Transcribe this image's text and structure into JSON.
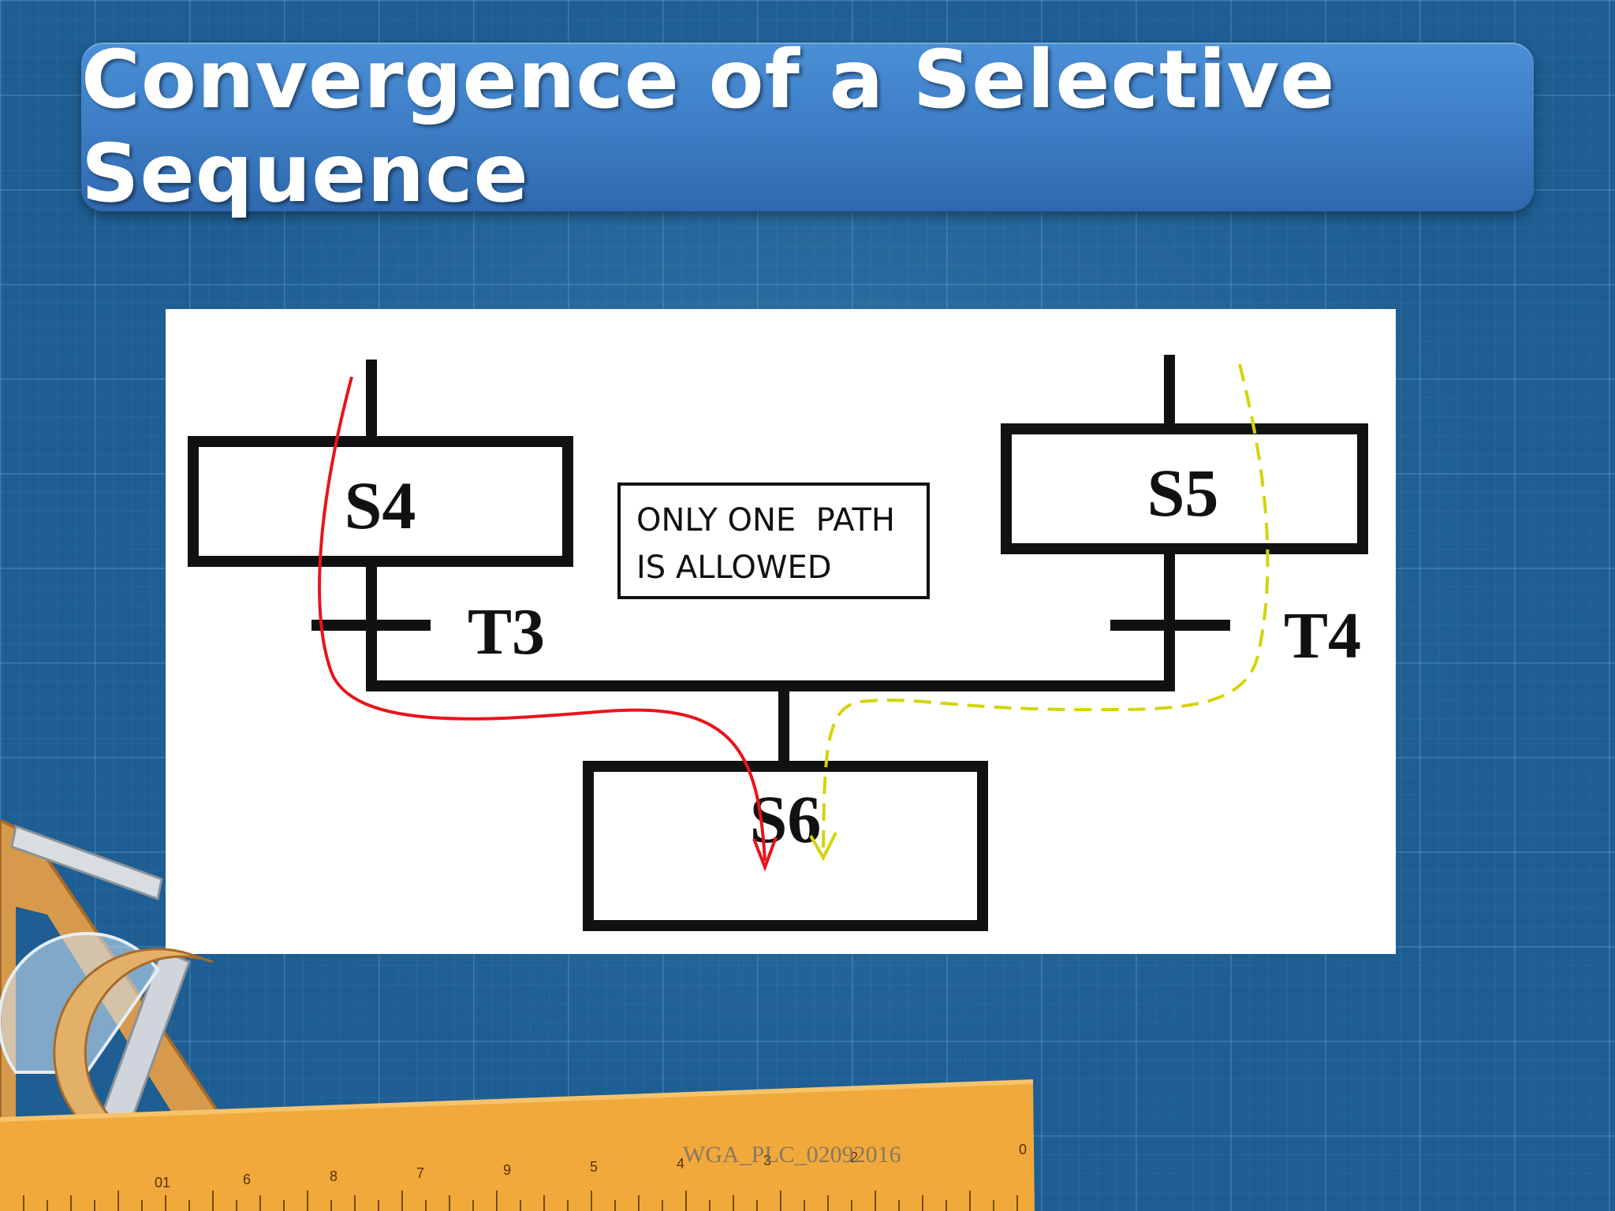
{
  "slide": {
    "title": "Convergence of a Selective Sequence",
    "watermark": "WGA_PLC_02092016"
  },
  "diagram": {
    "steps": [
      {
        "id": "s4",
        "label": "S4"
      },
      {
        "id": "s5",
        "label": "S5"
      },
      {
        "id": "s6",
        "label": "S6"
      }
    ],
    "transitions": [
      {
        "id": "t3",
        "label": "T3"
      },
      {
        "id": "t4",
        "label": "T4"
      }
    ],
    "note": {
      "line1": "ONLY ONE  PATH",
      "line2": "IS ALLOWED"
    },
    "paths": [
      {
        "from": "S4",
        "via": "T3",
        "to": "S6",
        "style": "solid",
        "color": "#e8141c"
      },
      {
        "from": "S5",
        "via": "T4",
        "to": "S6",
        "style": "dashed",
        "color": "#d4d40a"
      }
    ]
  },
  "ruler": {
    "numbers": [
      "01",
      "6",
      "8",
      "7",
      "9",
      "5",
      "4",
      "3",
      "2",
      "0"
    ]
  },
  "colors": {
    "background": "#1f5f93",
    "title_bar": "#3f80c8",
    "ruler": "#f0a93a"
  }
}
